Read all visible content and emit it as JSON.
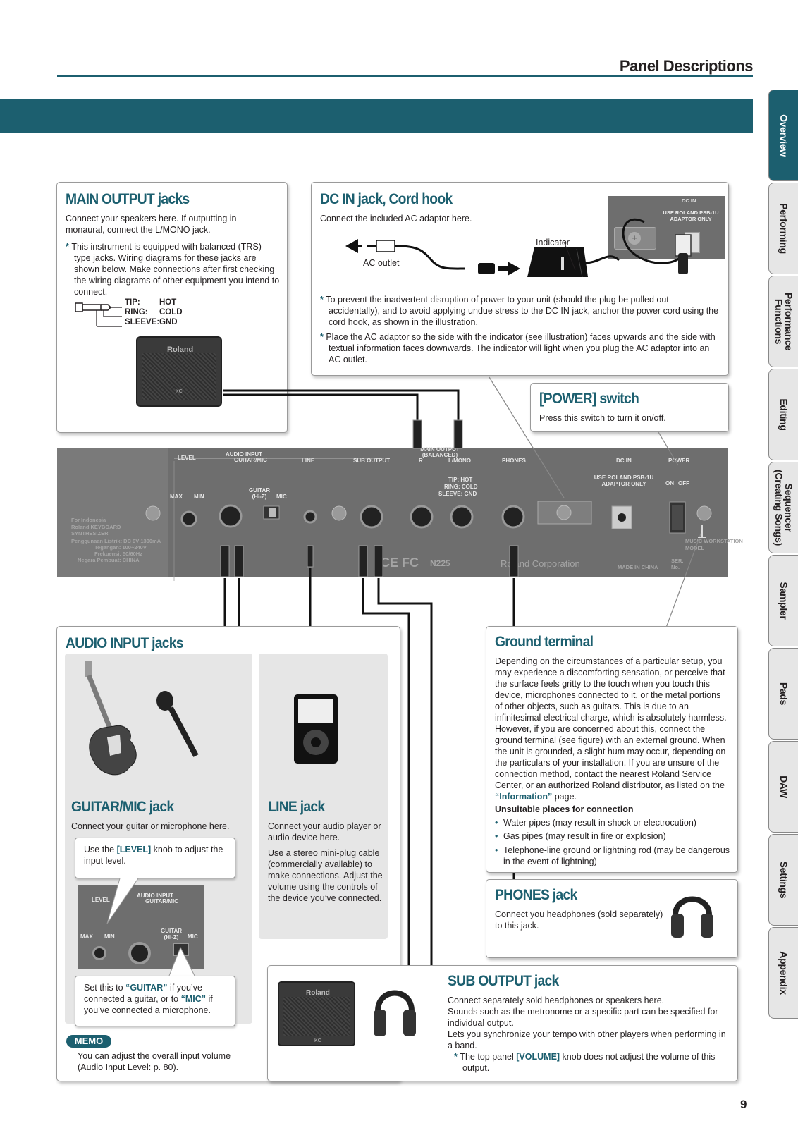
{
  "header": {
    "title": "Panel Descriptions"
  },
  "page_number": "9",
  "tabs": [
    {
      "label": "Overview",
      "active": true
    },
    {
      "label": "Performing",
      "active": false
    },
    {
      "label": "Performance Functions",
      "active": false
    },
    {
      "label": "Editing",
      "active": false
    },
    {
      "label": "Sequencer (Creating Songs)",
      "active": false
    },
    {
      "label": "Sampler",
      "active": false
    },
    {
      "label": "Pads",
      "active": false
    },
    {
      "label": "DAW",
      "active": false
    },
    {
      "label": "Settings",
      "active": false
    },
    {
      "label": "Appendix",
      "active": false
    }
  ],
  "main_output": {
    "title": "MAIN OUTPUT jacks",
    "desc": "Connect your speakers here. If outputting in monaural, connect the L/MONO jack.",
    "note": "This instrument is equipped with balanced (TRS) type jacks. Wiring diagrams for these jacks are shown below. Make connections after first checking the wiring diagrams of other equipment you intend to connect.",
    "wiring": [
      {
        "pin": "TIP:",
        "value": "HOT"
      },
      {
        "pin": "RING:",
        "value": "COLD"
      },
      {
        "pin": "SLEEVE:",
        "value": "GND"
      }
    ],
    "amp_brand": "Roland",
    "amp_model": "KC"
  },
  "dc_in": {
    "title": "DC IN jack, Cord hook",
    "desc": "Connect the included AC adaptor here.",
    "ac_outlet_label": "AC outlet",
    "indicator_label": "Indicator",
    "jack_label": "DC IN",
    "jack_sub": "USE ROLAND PSB-1U ADAPTOR ONLY",
    "note1": "To prevent the inadvertent disruption of power to your unit (should the plug be pulled out accidentally), and to avoid applying undue stress to the DC IN jack, anchor the power cord using the cord hook, as shown in the illustration.",
    "note2": "Place the AC adaptor so the side with the indicator (see illustration) faces upwards and the side with textual information faces downwards. The indicator will light when you plug the AC adaptor into an AC outlet."
  },
  "power": {
    "title": "[POWER] switch",
    "desc": "Press this switch to turn it on/off."
  },
  "panel": {
    "audio_input": "AUDIO INPUT",
    "level": "LEVEL",
    "guitar_mic": "GUITAR/MIC",
    "line": "LINE",
    "sub_output": "SUB OUTPUT",
    "main_output": "MAIN OUTPUT (BALANCED)",
    "r": "R",
    "l_mono": "L/MONO",
    "phones": "PHONES",
    "dc_in": "DC IN",
    "power": "POWER",
    "psb": "USE ROLAND PSB-1U ADAPTOR ONLY",
    "on": "ON",
    "off": "OFF",
    "max": "MAX",
    "min": "MIN",
    "guitar_hiz": "GUITAR (Hi-Z)",
    "mic": "MIC",
    "tip": "TIP: HOT",
    "ring": "RING: COLD",
    "sleeve": "SLEEVE: GND",
    "for_indonesia": "For Indonesia",
    "roland_ks": "Roland KEYBOARD SYNTHESIZER",
    "power_spec": "Penggunaan Listrik: DC 9V 1300mA",
    "voltage": "Tegangan: 100~240V",
    "freq": "Frekuensi: 50/60Hz",
    "maker": "Negara Pembuat: CHINA",
    "ce": "CE",
    "fc": "FC",
    "n225": "N225",
    "corp": "Roland Corporation",
    "made_in": "MADE IN CHINA",
    "ser_no": "SER. No.",
    "workstation": "MUSIC WORKSTATION",
    "model": "MODEL"
  },
  "audio_input": {
    "title": "AUDIO INPUT jacks",
    "guitar_mic_title": "GUITAR/MIC jack",
    "guitar_mic_desc": "Connect your guitar or microphone here.",
    "level_callout_pre": "Use the ",
    "level_callout_key": "[LEVEL]",
    "level_callout_post": " knob to adjust the input level.",
    "switch_callout_pre": "Set this to ",
    "switch_guitar": "“GUITAR”",
    "switch_mid": " if you’ve connected a guitar, or to ",
    "switch_mic": "“MIC”",
    "switch_post": " if you’ve connected a microphone.",
    "line_title": "LINE jack",
    "line_desc1": "Connect your audio player or audio device here.",
    "line_desc2": "Use a stereo mini-plug cable (commercially available) to make connections. Adjust the volume using the controls of the device you’ve connected.",
    "memo_label": "MEMO",
    "memo_text": "You can adjust the overall input volume (Audio Input Level: p. 80)."
  },
  "ground": {
    "title": "Ground terminal",
    "desc_pre": "Depending on the circumstances of a particular setup, you may experience a discomforting sensation, or perceive that the surface feels gritty to the touch when you touch this device, microphones connected to it, or the metal portions of other objects, such as guitars. This is due to an infinitesimal electrical charge, which is absolutely harmless. However, if you are concerned about this, connect the ground terminal (see figure) with an external ground. When the unit is grounded, a slight hum may occur, depending on the particulars of your installation. If you are unsure of the connection method, contact the nearest Roland Service Center, or an authorized Roland distributor, as listed on the ",
    "desc_link": "“Information”",
    "desc_post": " page.",
    "unsuitable_title": "Unsuitable places for connection",
    "items": [
      "Water pipes (may result in shock or electrocution)",
      "Gas pipes (may result in fire or explosion)",
      "Telephone-line ground or lightning rod (may be dangerous in the event of lightning)"
    ]
  },
  "phones": {
    "title": "PHONES jack",
    "desc": "Connect you headphones (sold separately) to this jack."
  },
  "sub_output": {
    "title": "SUB OUTPUT jack",
    "desc1": "Connect separately sold headphones or speakers here.",
    "desc2": "Sounds such as the metronome or a specific part can be specified for individual output.",
    "desc3": "Lets you synchronize your tempo with other players when performing in a band.",
    "note_pre": "The top panel ",
    "note_key": "[VOLUME]",
    "note_post": " knob does not adjust the volume of this output."
  },
  "colors": {
    "accent": "#1c5f6f",
    "panel": "#6e6e6e",
    "tab": "#e6e6e6"
  }
}
